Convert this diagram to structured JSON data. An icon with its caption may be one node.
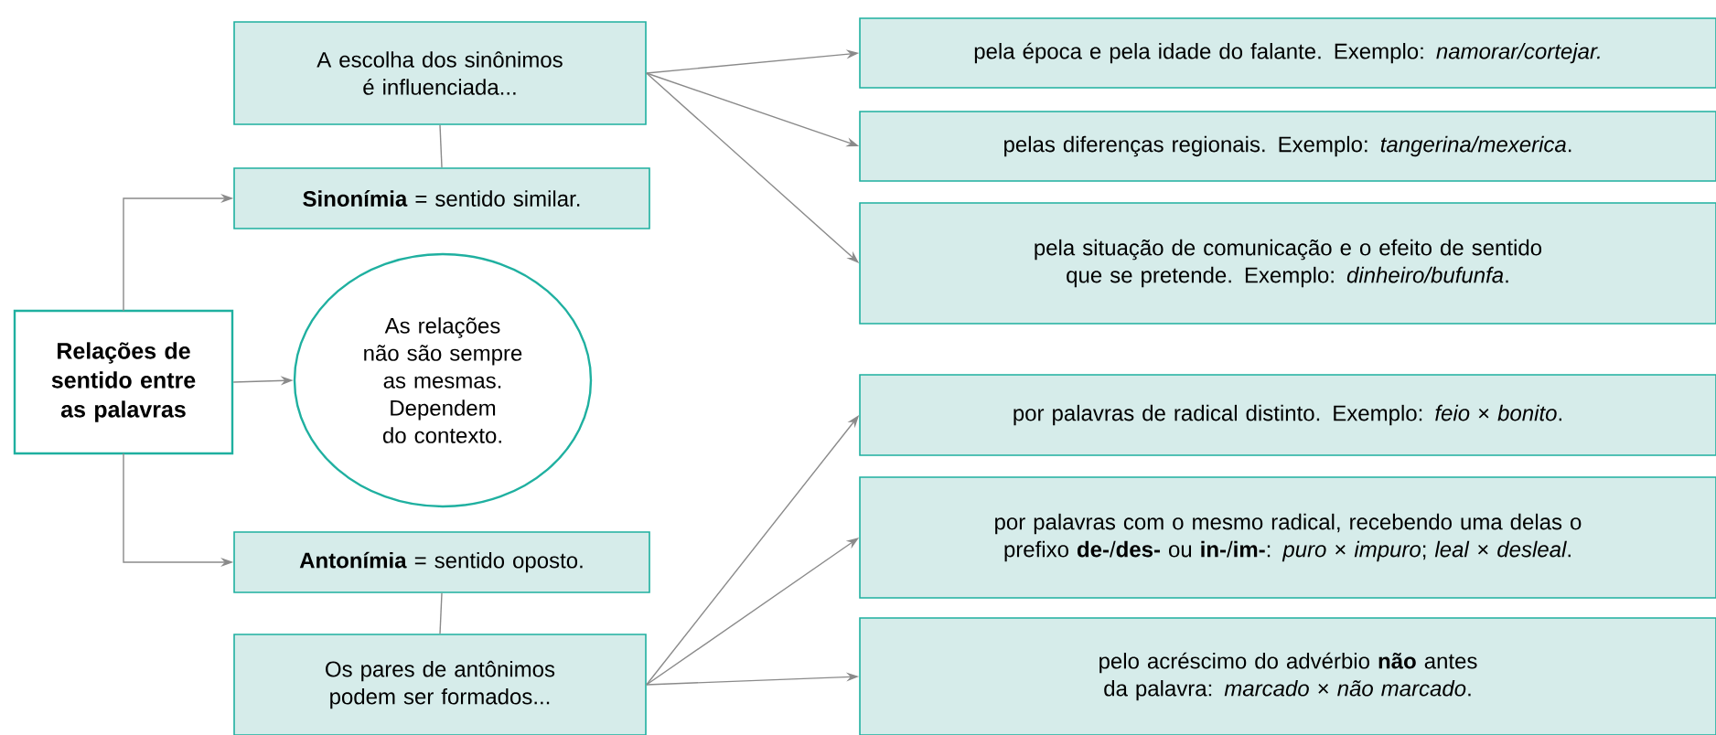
{
  "diagram": {
    "nodes": [
      {
        "text": [
          "Relações de sentido entre as palavras"
        ]
      },
      {
        "text": [
          "A escolha dos sinônimos é influenciada..."
        ]
      },
      {
        "text": [
          "**Sinonímia** = sentido similar."
        ]
      },
      {
        "text": [
          "As relações não são sempre as mesmas. Dependem do contexto."
        ]
      },
      {
        "text": [
          "**Antonímia** = sentido oposto."
        ]
      },
      {
        "text": [
          "Os pares de antônimos podem ser formados..."
        ]
      },
      {
        "text": [
          "pela época e pela idade do falante. Exemplo: *namorar/cortejar.*"
        ]
      },
      {
        "text": [
          "pelas diferenças regionais. Exemplo: *tangerina/mexerica*."
        ]
      },
      {
        "text": [
          "pela situação de comunicação e o efeito de sentido que se pretende. Exemplo: *dinheiro/bufunfa*."
        ]
      },
      {
        "text": [
          "por palavras de radical distinto. Exemplo: *feio* × *bonito*."
        ]
      },
      {
        "text": [
          "por palavras com o mesmo radical, recebendo uma delas o prefixo **de-**/**des-** ou **in-**/**im-**: *puro* × *impuro*; *leal* × *desleal*."
        ]
      },
      {
        "text": [
          "pelo acréscimo do advérbio **não** antes da palavra: *marcado* × *não marcado*."
        ]
      }
    ],
    "edges": [
      {
        "from": 0,
        "to": 2,
        "arrow": "to"
      },
      {
        "from": 0,
        "to": 3,
        "arrow": "to"
      },
      {
        "from": 0,
        "to": 4,
        "arrow": "to"
      },
      {
        "from": 1,
        "to": 2,
        "arrow": "none"
      },
      {
        "from": 4,
        "to": 5,
        "arrow": "none"
      },
      {
        "from": 1,
        "to": 6,
        "arrow": "to"
      },
      {
        "from": 1,
        "to": 7,
        "arrow": "to"
      },
      {
        "from": 1,
        "to": 8,
        "arrow": "to"
      },
      {
        "from": 5,
        "to": 9,
        "arrow": "to"
      },
      {
        "from": 5,
        "to": 10,
        "arrow": "to"
      },
      {
        "from": 5,
        "to": 11,
        "arrow": "to"
      }
    ]
  }
}
